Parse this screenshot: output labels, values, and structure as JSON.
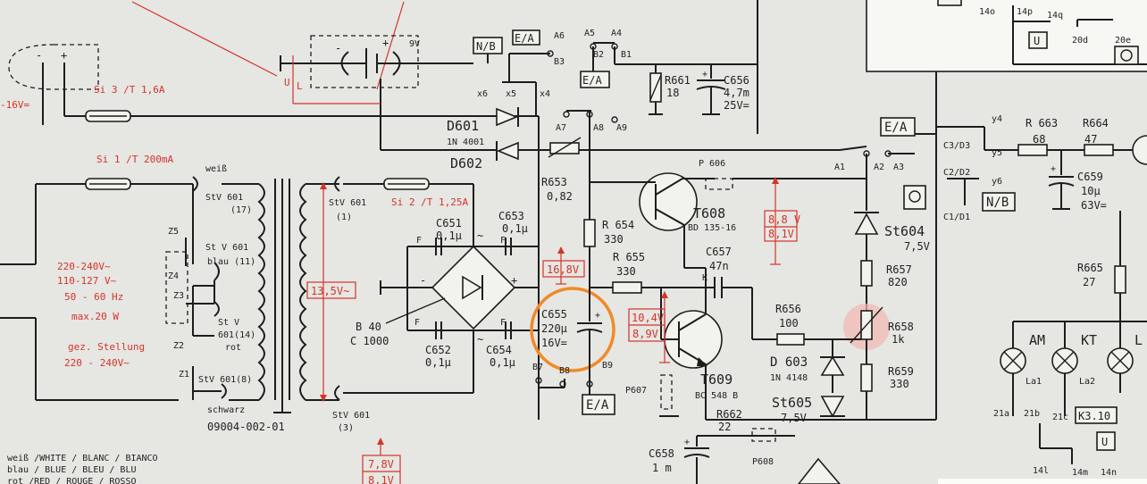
{
  "labels": {
    "si3": "Si 3 /T 1,6A",
    "si1": "Si 1 /T 200mA",
    "si2": "Si 2 /T 1,25A",
    "neg16": "-16V=",
    "bat9v": "9V",
    "ul": "U",
    "ul_sub": "L",
    "nb1": "N/B",
    "ea_top": "E/A",
    "a6": "A6",
    "a5": "A5",
    "a4": "A4",
    "b3": "B3",
    "b2": "B2",
    "b1": "B1",
    "ea_b": "E/A",
    "x6": "x6",
    "x5": "x5",
    "x4": "x4",
    "r661": "R661",
    "r661v": "18",
    "c656": "C656",
    "c656v": "4,7m",
    "c656u": "25V=",
    "d601": "D601",
    "d601t": "1N 4001",
    "d602": "D602",
    "a7": "A7",
    "a8": "A8",
    "a9": "A9",
    "r653": "R653",
    "r653v": "0,82",
    "p606": "P 606",
    "t608": "T608",
    "t608t": "BD 135-16",
    "v88": "8,8 V",
    "v81": "8,1V",
    "a1": "A1",
    "a2": "A2",
    "a3": "A3",
    "ea_r": "E/A",
    "c3d3": "C3/D3",
    "c2d2": "C2/D2",
    "c1d1": "C1/D1",
    "y4": "y4",
    "y5": "y5",
    "y6": "y6",
    "nb2": "N/B",
    "r663": "R 663",
    "r663v": "68",
    "r664": "R664",
    "r664v": "47",
    "c659": "C659",
    "c659v": "10µ",
    "c659u": "63V=",
    "st604": "St604",
    "st604v": "7,5V",
    "r657": "R657",
    "r657v": "820",
    "r658": "R658",
    "r658v": "1k",
    "r659": "R659",
    "r659v": "330",
    "r665": "R665",
    "r665v": "27",
    "am": "AM",
    "kt": "KT",
    "l": "L",
    "la1": "La1",
    "la2": "La2",
    "k310": "K3.10",
    "u_box": "U",
    "n21a": "21a",
    "n21b": "21b",
    "n21c": "21c",
    "n14l": "14l",
    "n14m": "14m",
    "n14n": "14n",
    "n14o": "14o",
    "n14p": "14p",
    "n14q": "14q",
    "n20d": "20d",
    "n20e": "20e",
    "u_top": "U",
    "weiss": "weiß",
    "stv601_17": "StV 601",
    "stv17": "(17)",
    "stv601_1": "StV 601",
    "stv1": "(1)",
    "z5": "Z5",
    "z4": "Z4",
    "z3": "Z3",
    "z2": "Z2",
    "z1": "Z1",
    "stv601_11": "St V 601",
    "stv11b": "blau (11)",
    "stv601_14": "St V",
    "stv14b": "601(14)",
    "stv14c": "rot",
    "stv601_8": "StV 601(8)",
    "schwarz": "schwarz",
    "trafo": "09004-002-01",
    "stv601_3": "StV 601",
    "stv3": "(3)",
    "mains1": "220-240V~",
    "mains2": "110-127 V~",
    "mains3": "50 - 60 Hz",
    "mains4": "max.20 W",
    "gez1": "gez. Stellung",
    "gez2": "220 - 240V~",
    "v135": "13,5V~",
    "c651": "C651",
    "c651v": "0,1µ",
    "c652": "C652",
    "c652v": "0,1µ",
    "c653": "C653",
    "c653v": "0,1µ",
    "c654": "C654",
    "c654v": "0,1µ",
    "f": "F",
    "b40": "B 40",
    "b40t": "C 1000",
    "v168": "16,8V",
    "r654": "R 654",
    "r654v": "330",
    "r655": "R 655",
    "r655v": "330",
    "c657": "C657",
    "c657v": "47n",
    "k": "K",
    "c655": "C655",
    "c655v": "220µ",
    "c655u": "16V=",
    "b7": "B7",
    "b8": "B8",
    "b9": "B9",
    "ea_bot": "E/A",
    "v104": "10,4V",
    "v89": "8,9V",
    "t609": "T609",
    "t609t": "BC 548 B",
    "p607": "P607",
    "r656": "R656",
    "r656v": "100",
    "d603": "D 603",
    "d603t": "1N 4148",
    "st605": "St605",
    "st605v": "7,5V",
    "r662": "R662",
    "r662v": "22",
    "p608": "P608",
    "c658": "C658",
    "c658v": "1 m",
    "v78": "7,8V",
    "v81b": "8,1V",
    "leg1": "weiß /WHITE / BLANC / BIANCO",
    "leg2": "blau / BLUE / BLEU / BLU",
    "leg3": "rot /RED / ROUGE / ROSSO"
  },
  "colors": {
    "ink": "#1d1d1d",
    "annotation_red": "#d3342b",
    "highlight_orange": "#f08a28",
    "paper": "#e6e6e2"
  }
}
